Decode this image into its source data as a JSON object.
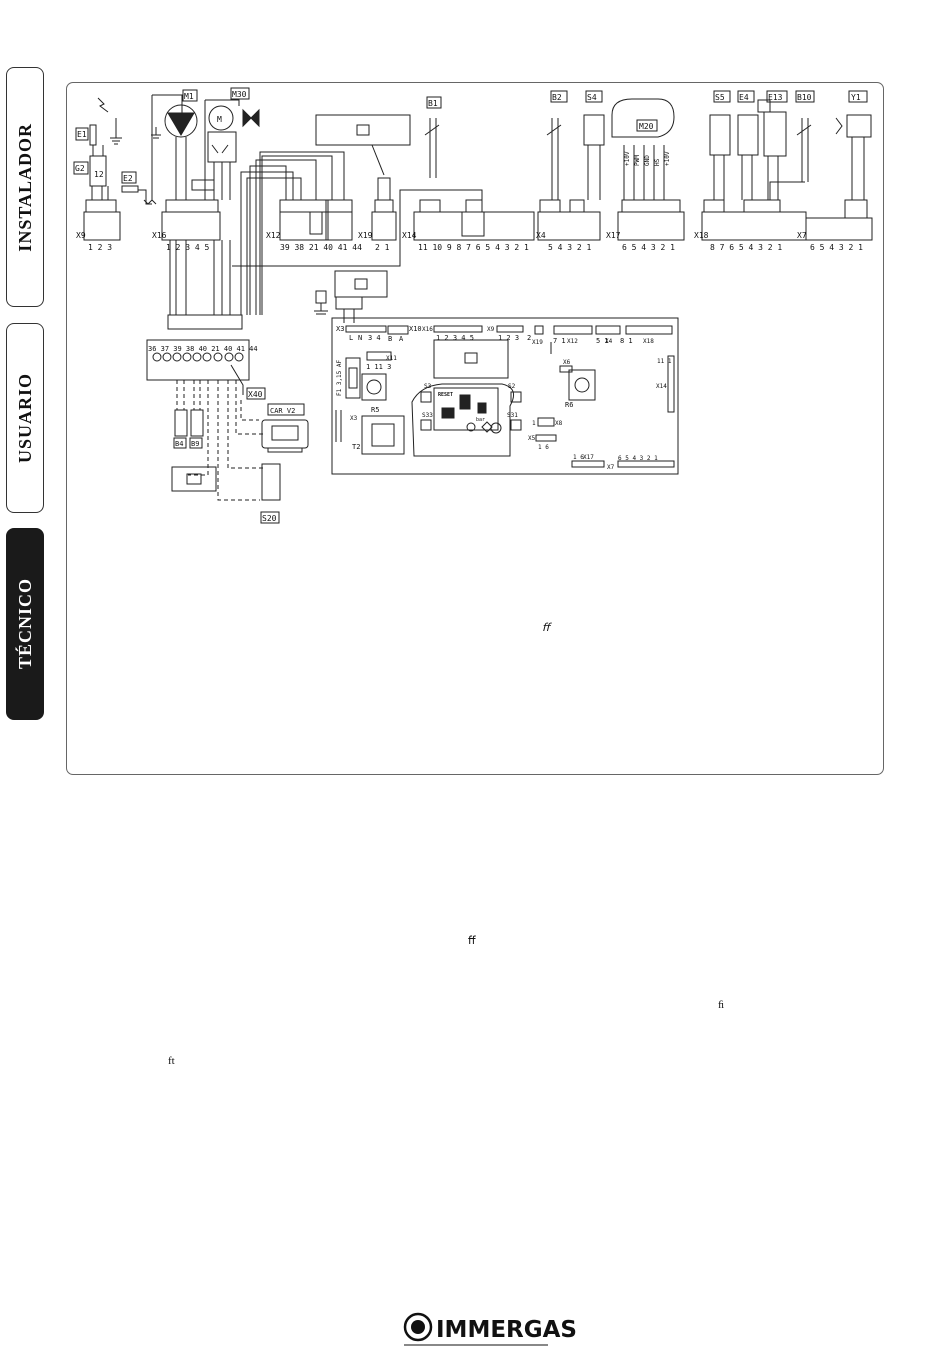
{
  "side_tabs": [
    {
      "label": "INSTALADOR",
      "active": false
    },
    {
      "label": "USUARIO",
      "active": false
    },
    {
      "label": "TÉCNICO",
      "active": true
    }
  ],
  "diagram": {
    "component_tags": {
      "e1": "E1",
      "e2": "E2",
      "g2": "G2",
      "m1": "M1",
      "m30": "M30",
      "b1": "B1",
      "b2": "B2",
      "s4": "S4",
      "m20": "M20",
      "s5": "S5",
      "e4": "E4",
      "e13": "E13",
      "b10": "B10",
      "y1": "Y1",
      "x40": "X40",
      "b4": "B4",
      "b9": "B9",
      "s20": "S20",
      "car": "CAR V2",
      "t2": "T2",
      "r5": "R5",
      "r6": "R6",
      "s3": "S3",
      "s2": "S2",
      "s33": "S33",
      "s31": "S31",
      "x6": "X6",
      "x5": "X5",
      "x3": "X3",
      "x10": "X10",
      "x8": "X8",
      "x11": "X11",
      "x16b": "X16",
      "x9b": "X9",
      "x19b": "X19",
      "x12b": "X12",
      "x4b": "X4",
      "x18b": "X18",
      "x14b": "X14",
      "x17b": "X17",
      "x7b": "X7",
      "g2_num": "12",
      "m": "M",
      "b_label": "B",
      "a_label": "A",
      "f1": "F1 3,15 AF"
    },
    "connectors": {
      "x9": {
        "name": "X9",
        "pins": "1 2 3"
      },
      "x16": {
        "name": "X16",
        "pins": "1 2 3 4 5"
      },
      "x12": {
        "name": "X12",
        "pins": "39 38 21 40 41 44"
      },
      "x19": {
        "name": "X19",
        "pins": "2 1"
      },
      "x14": {
        "name": "X14",
        "pins": "11 10 9 8 7 6 5 4 3 2 1"
      },
      "x4": {
        "name": "X4",
        "pins": "5 4 3 2 1"
      },
      "x17": {
        "name": "X17",
        "pins": "6 5 4 3 2 1"
      },
      "x18": {
        "name": "X18",
        "pins": "8 7 6 5 4 3 2 1"
      },
      "x7": {
        "name": "X7",
        "pins": "6 5 4 3 2 1"
      }
    },
    "terminal_block": {
      "pins": "36 37 39 38 40 21 40 41 44"
    },
    "fan_pins": [
      "+10V",
      "PWM",
      "GND",
      "HS",
      "+10V"
    ],
    "board": {
      "reset": "RESET",
      "bar": "bar",
      "l_label": "L",
      "n_label": "N",
      "x10_pins": "3 4",
      "x11_pins": "1 11 3",
      "x16_pins": "1 2 3 4 5",
      "x9_pins": "1 2 3",
      "x19_pin": "2",
      "x12_pins": "7 1",
      "x4_pins": "5 1",
      "x18_pins": "8 1",
      "x14_pins": "11 1",
      "x17_pins": "1 6",
      "x7_pins": "6 5 4 3 2 1",
      "x5_pins": "1 6",
      "x8_pin": "1"
    }
  },
  "ligatures": [
    {
      "text": "ﬀ"
    },
    {
      "text": "ﬀ"
    },
    {
      "text": "ﬁ"
    },
    {
      "text": "ft"
    }
  ],
  "logo": {
    "text": "IMMERGAS"
  }
}
